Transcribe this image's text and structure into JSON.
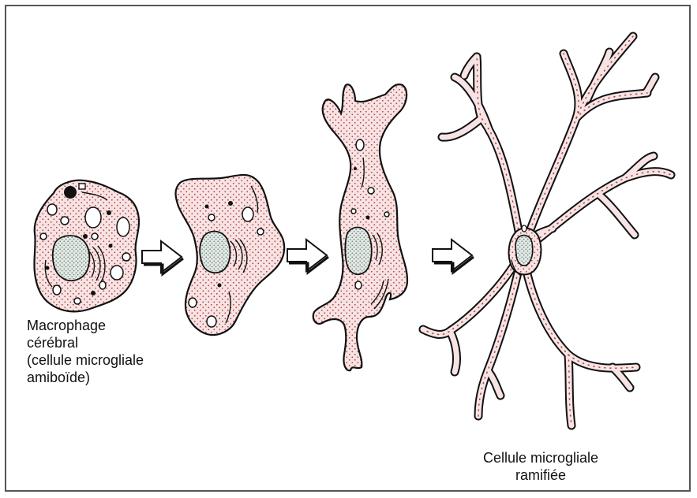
{
  "labels": {
    "amoeboid": {
      "line1": "Macrophage",
      "line2": "cérébral",
      "line3": "(cellule microgliale",
      "line4": "amiboïde)"
    },
    "ramified": {
      "line1": "Cellule microgliale",
      "line2": "ramifiée"
    }
  },
  "stages": [
    "amoeboid-cell",
    "transition-cell-1",
    "transition-cell-2",
    "ramified-cell"
  ],
  "colors": {
    "cell_fill": "#f7e3e3",
    "cell_dots": "#b04848",
    "outline": "#111111",
    "frame": "#555555"
  }
}
